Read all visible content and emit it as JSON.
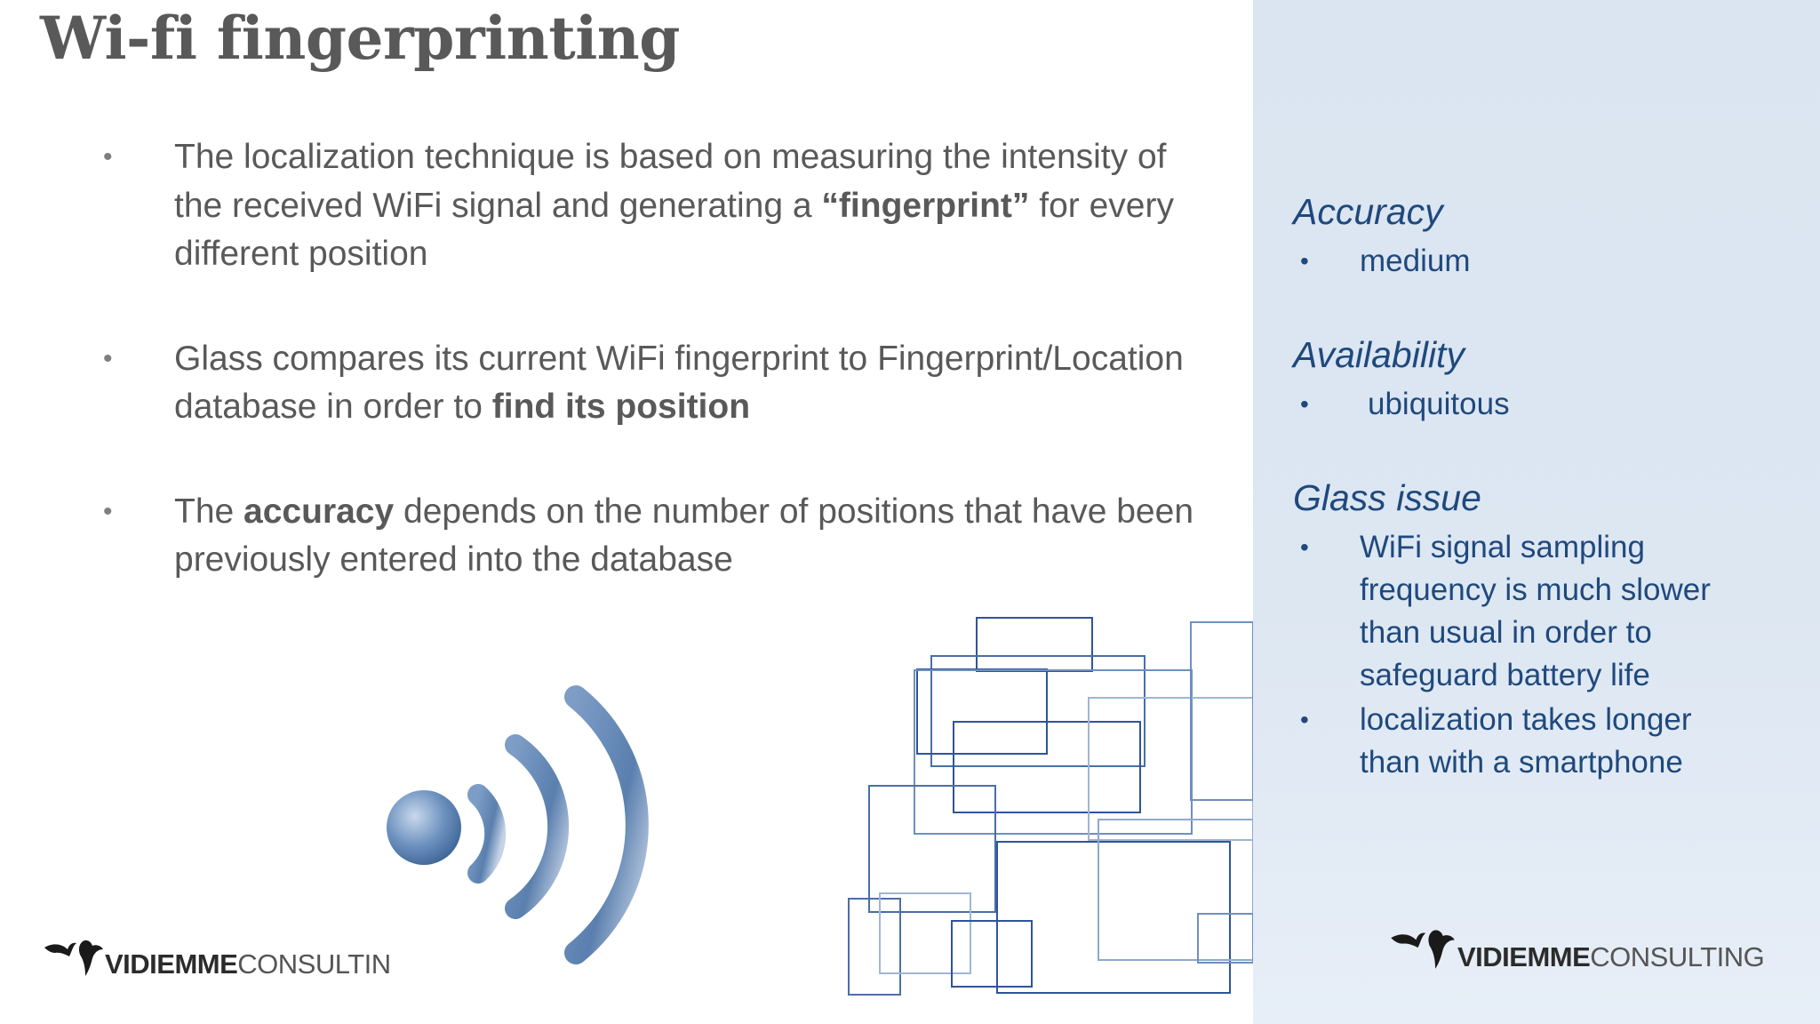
{
  "slide": {
    "title": "Wi-fi fingerprinting",
    "bullets": [
      {
        "pre": "The localization technique is based on measuring the intensity of the received WiFi signal and generating a ",
        "bold": "“fingerprint”",
        "post": " for every different position"
      },
      {
        "pre": "Glass  compares  its current WiFi fingerprint to Fingerprint/Location database in order to ",
        "bold": "find its position",
        "post": ""
      },
      {
        "pre": "The ",
        "bold": "accuracy",
        "post": " depends on the number of positions that have been previously entered into the database"
      }
    ],
    "bullet_symbol": "•"
  },
  "panel": {
    "accuracy": {
      "title": "Accuracy",
      "items": [
        "medium"
      ]
    },
    "availability": {
      "title": "Availability",
      "items": [
        "ubiquitous"
      ]
    },
    "glass_issue": {
      "title": "Glass issue",
      "items": [
        "WiFi signal sampling frequency is much slower than usual in order to safeguard battery life",
        "localization takes longer than with a smartphone"
      ]
    }
  },
  "logo": {
    "bold": "VIDIEMME",
    "light": "CONSULTING",
    "light_cropped": "CONSULTIN"
  },
  "icons": {
    "wifi": "wifi-signal-icon",
    "decoration": "overlapping-rectangles-graphic",
    "logo_mark": "birds-logo-icon"
  },
  "colors": {
    "title": "#595959",
    "body": "#595959",
    "panel_bg": "#dbe5f1",
    "panel_text": "#1f497d",
    "wifi": "#5a7fae"
  }
}
